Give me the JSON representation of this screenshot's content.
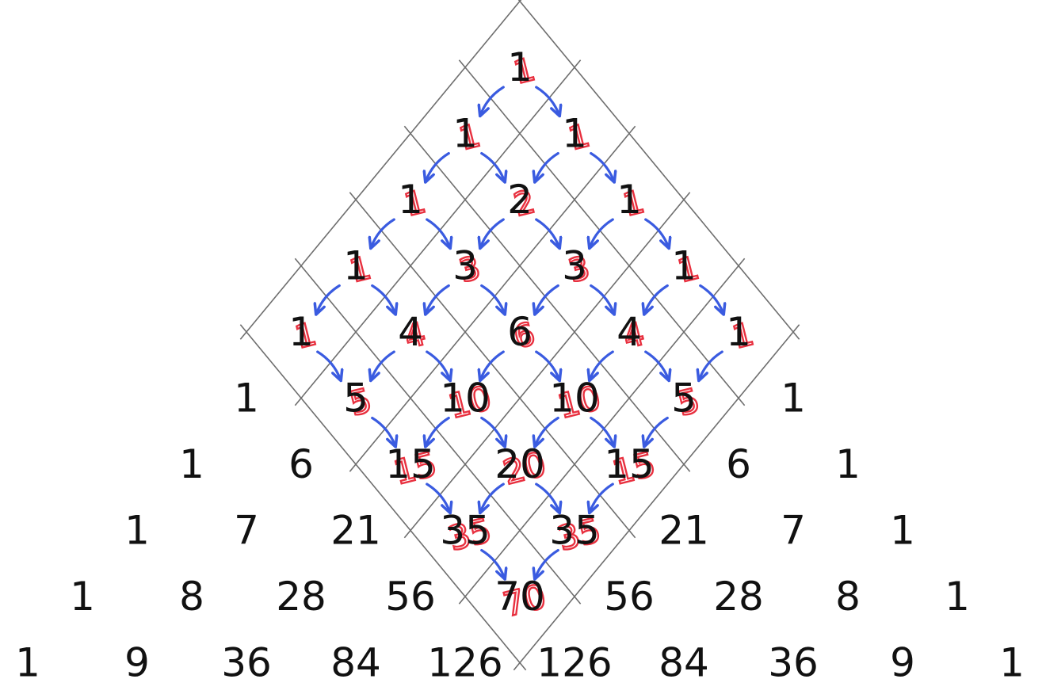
{
  "rows": [
    [
      "1"
    ],
    [
      "1",
      "1"
    ],
    [
      "1",
      "2",
      "1"
    ],
    [
      "1",
      "3",
      "3",
      "1"
    ],
    [
      "1",
      "4",
      "6",
      "4",
      "1"
    ],
    [
      "1",
      "5",
      "10",
      "10",
      "5",
      "1"
    ],
    [
      "1",
      "6",
      "15",
      "20",
      "15",
      "6",
      "1"
    ],
    [
      "1",
      "7",
      "21",
      "35",
      "35",
      "21",
      "7",
      "1"
    ],
    [
      "1",
      "8",
      "28",
      "56",
      "70",
      "56",
      "28",
      "8",
      "1"
    ],
    [
      "1",
      "9",
      "36",
      "84",
      "126",
      "126",
      "84",
      "36",
      "9",
      "1"
    ]
  ],
  "colors": {
    "grid": "#6e6e6e",
    "numbers": "#111111",
    "arrows": "#3a5be0",
    "path_counts": "#e8303f"
  }
}
